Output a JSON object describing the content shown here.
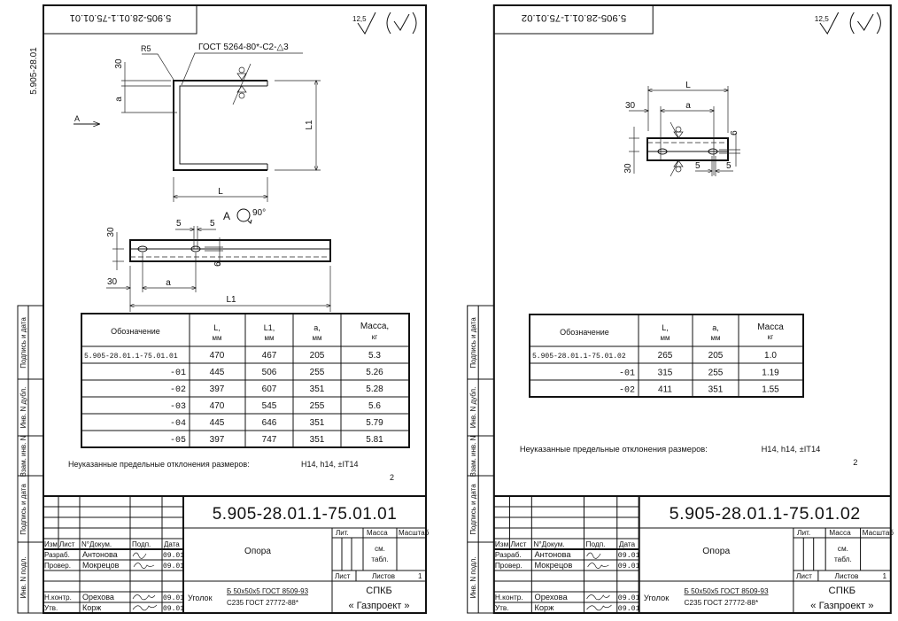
{
  "common": {
    "roughness": "12,5",
    "roughness_general": "(√)",
    "side_strip": [
      "Подпись и дата",
      "Инв. N дубл.",
      "Взам. инв. N",
      "Подпись и дата",
      "Инв. N подл."
    ],
    "title_block": {
      "headers": [
        "Изм.",
        "Лист",
        "N°Докум.",
        "Подп.",
        "Дата"
      ],
      "rows": [
        {
          "role": "Разраб.",
          "name": "Антонова",
          "date": "09.01"
        },
        {
          "role": "Провер.",
          "name": "Мокрецов",
          "date": "09.01"
        },
        {
          "role": "Н.контр.",
          "name": "Орехова",
          "date": "09.01"
        },
        {
          "role": "Утв.",
          "name": "Корж",
          "date": "09.01"
        }
      ],
      "name": "Опора",
      "lit": "Лит.",
      "mass": "Масса",
      "scale": "Масштаб",
      "mass_value_1": "см.",
      "mass_value_2": "табл.",
      "sheet": "Лист",
      "sheets": "Листов",
      "sheets_count": "1",
      "material_label": "Уголок",
      "material_1": "Б 50x50x5 ГОСТ 8509-93",
      "material_2": "С235 ГОСТ 27772-88*",
      "org_1": "СПКБ",
      "org_2": "« Газпроект »"
    },
    "tolerance_note": "Неуказанные предельные отклонения размеров:",
    "tolerance_value": "H14, h14, ±IT14",
    "tolerance_denominator": "2"
  },
  "sheets": [
    {
      "designation": "5.905-28.01.1-75.01.01",
      "stamp": "5.905-28.01.1-75.01.01",
      "side_code": "5.905-28.01",
      "labels": {
        "r5": "R5",
        "weld": "ГОСТ 5264-80*-С2-△3",
        "view_a": "A",
        "view_a_title": "A",
        "rotation": "90°",
        "L": "L",
        "L1": "L1",
        "dim30": "30",
        "a": "a",
        "dim5": "5",
        "dim9": "9"
      },
      "table": {
        "headers": [
          "Обозначение",
          "L,",
          "L1,",
          "a,",
          "Масса,"
        ],
        "units": [
          "",
          "мм",
          "мм",
          "мм",
          "кг"
        ],
        "rows": [
          [
            "5.905-28.01.1-75.01.01",
            "470",
            "467",
            "205",
            "5.3"
          ],
          [
            "-01",
            "445",
            "506",
            "255",
            "5.26"
          ],
          [
            "-02",
            "397",
            "607",
            "351",
            "5.28"
          ],
          [
            "-03",
            "470",
            "545",
            "255",
            "5.6"
          ],
          [
            "-04",
            "445",
            "646",
            "351",
            "5.79"
          ],
          [
            "-05",
            "397",
            "747",
            "351",
            "5.81"
          ]
        ]
      }
    },
    {
      "designation": "5.905-28.01.1-75.01.02",
      "stamp": "5.905-28.01.1-75.01.02",
      "labels": {
        "L": "L",
        "a": "a",
        "dim30": "30",
        "dim5": "5",
        "dim9": "9"
      },
      "table": {
        "headers": [
          "Обозначение",
          "L,",
          "a,",
          "Масса"
        ],
        "units": [
          "",
          "мм",
          "мм",
          "кг"
        ],
        "rows": [
          [
            "5.905-28.01.1-75.01.02",
            "265",
            "205",
            "1.0"
          ],
          [
            "-01",
            "315",
            "255",
            "1.19"
          ],
          [
            "-02",
            "411",
            "351",
            "1.55"
          ]
        ]
      }
    }
  ]
}
